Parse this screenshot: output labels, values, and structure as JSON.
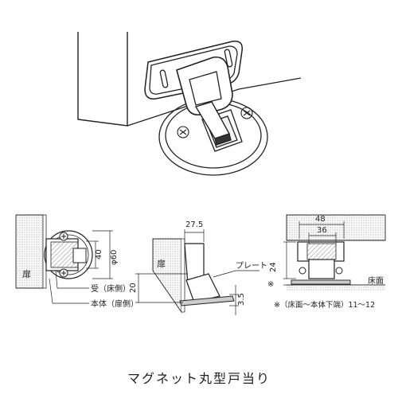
{
  "caption": "マグネット丸型戸当り",
  "front_view": {
    "door_label": "扉",
    "dim_inner": "40",
    "dim_outer": "φ60",
    "callout_receiver": "受（床側）",
    "callout_body": "本体（扉側）"
  },
  "side_view": {
    "door_label": "扉",
    "dim_top": "27.5",
    "dim_height": "20",
    "dim_plate": "3.5",
    "plate_label": "プレート"
  },
  "right_view": {
    "dim_48": "48",
    "dim_36": "36",
    "dim_24": "24",
    "asterisk": "※",
    "floor_label": "床面",
    "note": "※（床面～本体下端）11～12"
  }
}
